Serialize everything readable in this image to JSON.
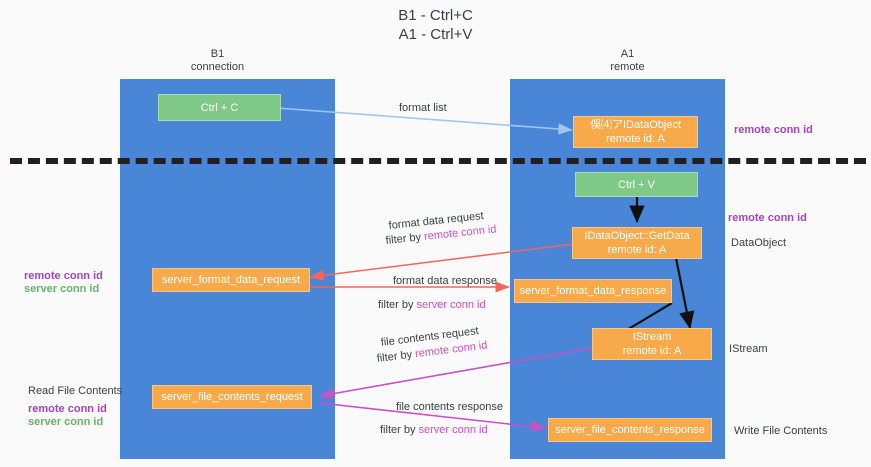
{
  "title": {
    "line1": "B1 - Ctrl+C",
    "line2": "A1 - Ctrl+V"
  },
  "lanes": [
    {
      "id": "b1",
      "name": "B1",
      "sub": "connection",
      "color": "#4a86d8"
    },
    {
      "id": "a1",
      "name": "A1",
      "sub": "remote",
      "color": "#4a86d8"
    }
  ],
  "nodes": {
    "ctrl_c": {
      "l1": "Ctrl + C",
      "l2": "",
      "color": "#7ec987"
    },
    "idataobject": {
      "l1": "俁⑷アIDataObject",
      "l2": "remote id: A",
      "color": "#f8a94a"
    },
    "ctrl_v": {
      "l1": "Ctrl + V",
      "l2": "",
      "color": "#7ec987"
    },
    "getdata": {
      "l1": "IDataObject::GetData",
      "l2": "remote id: A",
      "color": "#f8a94a"
    },
    "fmt_request": {
      "l1": "server_format_data_request",
      "l2": "",
      "color": "#f8a94a"
    },
    "fmt_response": {
      "l1": "server_format_data_response",
      "l2": "",
      "color": "#f8a94a"
    },
    "istream": {
      "l1": "IStream",
      "l2": "remote id: A",
      "color": "#f8a94a"
    },
    "file_request": {
      "l1": "server_file_contents_request",
      "l2": "",
      "color": "#f8a94a"
    },
    "file_response": {
      "l1": "server_file_contents_response",
      "l2": "",
      "color": "#f8a94a"
    }
  },
  "edge_labels": {
    "format_list": "format list",
    "fmt_req_l1": "format data request",
    "fmt_req_filter_prefix": "filter by ",
    "fmt_req_filter_key": "remote conn id",
    "fmt_res_l1": "format data response",
    "fmt_res_filter_prefix": "filter by ",
    "fmt_res_filter_key": "server conn id",
    "file_req_l1": "file contents request",
    "file_req_filter_prefix": "filter by ",
    "file_req_filter_key": "remote conn id",
    "file_res_l1": "file contents response",
    "file_res_filter_prefix": "filter by ",
    "file_res_filter_key": "server conn id"
  },
  "side_labels": {
    "right_remote_top": "remote conn id",
    "right_remote_mid": "remote conn id",
    "right_dataobject": "DataObject",
    "right_istream": "IStream",
    "right_write_file": "Write File Contents",
    "left_remote": "remote conn id",
    "left_server": "server conn id",
    "left_read_file": "Read File Contents",
    "left_remote2": "remote conn id",
    "left_server2": "server conn id"
  },
  "colors": {
    "lane": "#4a86d8",
    "green_node": "#7ec987",
    "orange_node": "#f8a94a",
    "purple": "#a742c6",
    "magenta": "#d04fc0",
    "green_text": "#63b76c",
    "arrow_blue": "#9fc5f0",
    "arrow_red": "#f2675c",
    "arrow_black": "#000000",
    "arrow_magenta": "#cc4fc4",
    "background": "#fafafa"
  }
}
